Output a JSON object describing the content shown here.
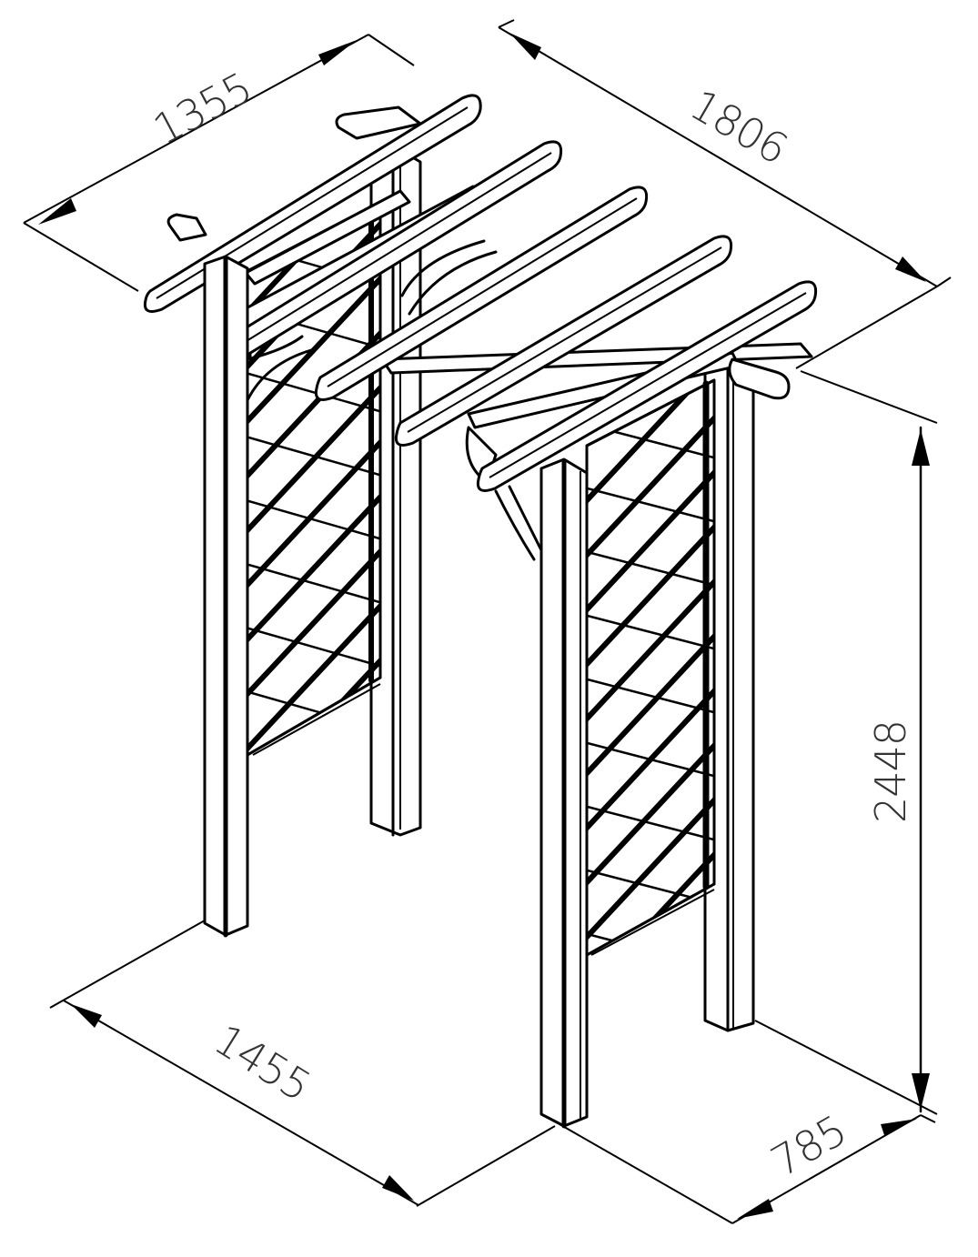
{
  "diagram": {
    "subject": "Garden arch / pergola with lattice side panels (isometric line drawing)",
    "colors": {
      "line": "#000000",
      "background": "#ffffff",
      "dimension_text": "#333333"
    },
    "dimensions": {
      "top_depth": {
        "value": "1355",
        "label": "1355"
      },
      "top_length": {
        "value": "1806",
        "label": "1806"
      },
      "height": {
        "value": "2448",
        "label": "2448"
      },
      "base_width": {
        "value": "1455",
        "label": "1455"
      },
      "base_depth": {
        "value": "785",
        "label": "785"
      }
    },
    "components": {
      "posts": 4,
      "roof_cross_beams": 5,
      "side_rails": 2,
      "lattice_panels": 2
    }
  }
}
